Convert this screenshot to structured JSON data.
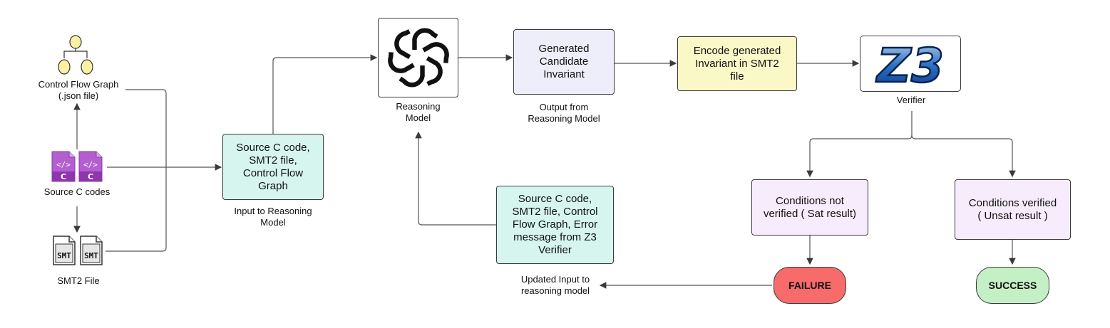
{
  "nodes": {
    "cfg_caption": "Control Flow Graph\n(.json file)",
    "source_caption": "Source C codes",
    "smt_caption": "SMT2 File",
    "smt_icon_text": "SMT",
    "code_icon_text": "</>",
    "code_icon_letter": "C",
    "input_box": "Source C code,\nSMT2 file,\nControl Flow\nGraph",
    "input_caption": "Input to Reasoning\nModel",
    "model_caption": "Reasoning\nModel",
    "candidate_box": "Generated\nCandidate\nInvariant",
    "candidate_caption": "Output from\nReasoning Model",
    "encode_box": "Encode generated\nInvariant in SMT2\nfile",
    "z3_logo_text": "Z3",
    "verifier_caption": "Verifier",
    "not_verified_box": "Conditions not\nverified ( Sat result)",
    "verified_box": "Conditions verified\n( Unsat result )",
    "failure_label": "FAILURE",
    "success_label": "SUCCESS",
    "updated_box": "Source C code,\nSMT2 file, Control\nFlow Graph, Error\nmessage from Z3\nVerifier",
    "updated_caption": "Updated Input to\nreasoning model"
  },
  "colors": {
    "input_fill": "#d6f5ee",
    "candidate_fill": "#eeeefb",
    "encode_fill": "#fbf8c8",
    "condition_fill": "#f6ecfb",
    "failure_fill": "#f76b6b",
    "success_fill": "#c5f0c5",
    "code_icon_fill": "#b45fcf",
    "cfg_node_fill": "#fbf1a3"
  }
}
